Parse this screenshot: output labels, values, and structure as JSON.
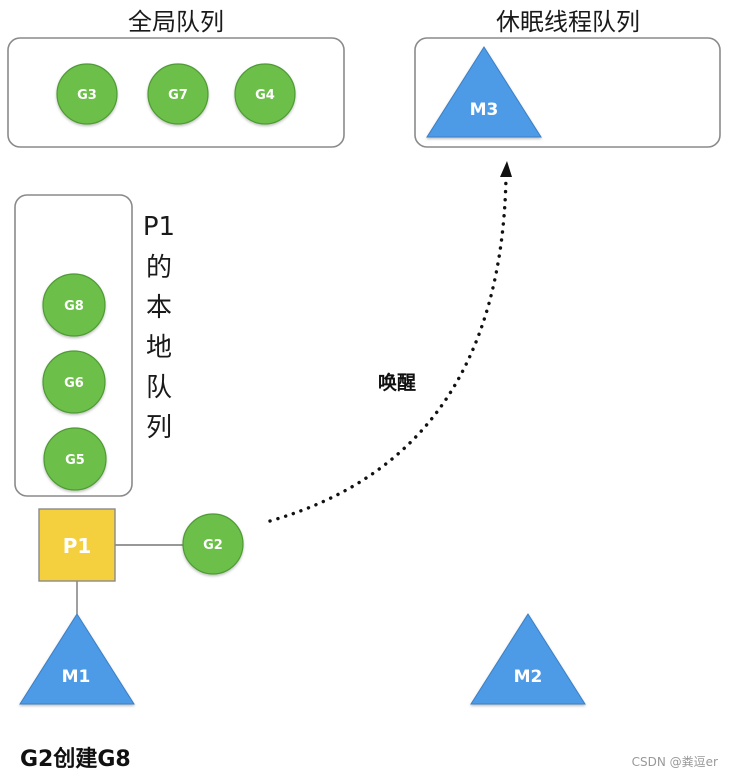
{
  "global_queue": {
    "title": "全局队列",
    "items": [
      "G3",
      "G7",
      "G4"
    ]
  },
  "sleep_queue": {
    "title": "休眠线程队列",
    "item": "M3"
  },
  "local_queue": {
    "label_chars": [
      "P1",
      "的",
      "本",
      "地",
      "队",
      "列"
    ],
    "items": [
      "G8",
      "G6",
      "G5"
    ]
  },
  "processor": {
    "label": "P1"
  },
  "running_goroutine": {
    "label": "G2"
  },
  "machines": {
    "m1": "M1",
    "m2": "M2"
  },
  "wake_label": "唤醒",
  "caption": "G2创建G8",
  "watermark": "CSDN @粪逗er",
  "colors": {
    "goroutine_green": "#6cbf4a",
    "machine_blue": "#4e9ae6",
    "processor_yellow": "#f4d03f"
  }
}
